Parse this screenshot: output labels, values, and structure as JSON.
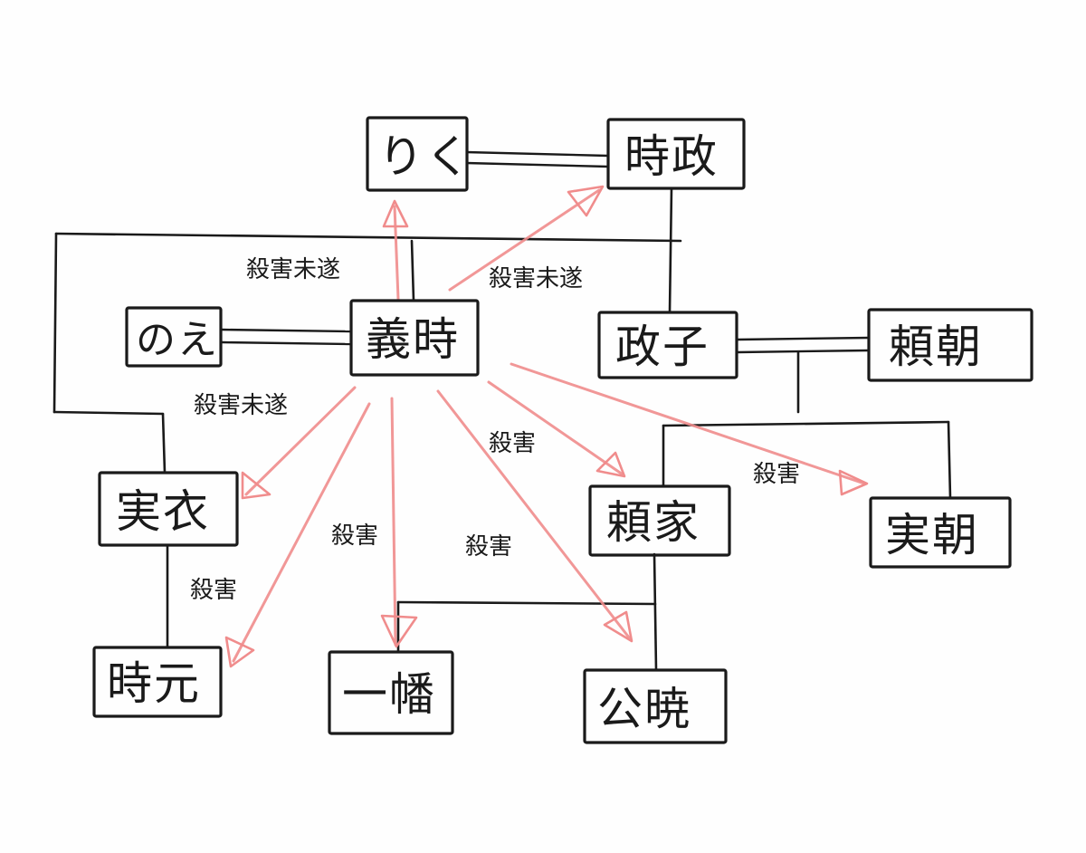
{
  "nodes": {
    "riku": "りく",
    "tokimasa": "時政",
    "yoshitoki": "義時",
    "noe": "のえ",
    "masako": "政子",
    "yoritomo": "頼朝",
    "jitsui": "実衣",
    "yoriie": "頼家",
    "sanetomo": "実朝",
    "tokimoto": "時元",
    "ichiman": "一幡",
    "kugyo": "公暁"
  },
  "edge_labels": {
    "riku_attempt": "殺害未遂",
    "tokimasa_attempt": "殺害未遂",
    "jitsui_attempt": "殺害未遂",
    "yoriie_kill": "殺害",
    "sanetomo_kill": "殺害",
    "tokimoto_kill": "殺害",
    "ichiman_kill": "殺害",
    "kugyo_kill": "殺害"
  },
  "colors": {
    "ink": "#1a1a1a",
    "kill_arrow": "#f08c8c"
  }
}
